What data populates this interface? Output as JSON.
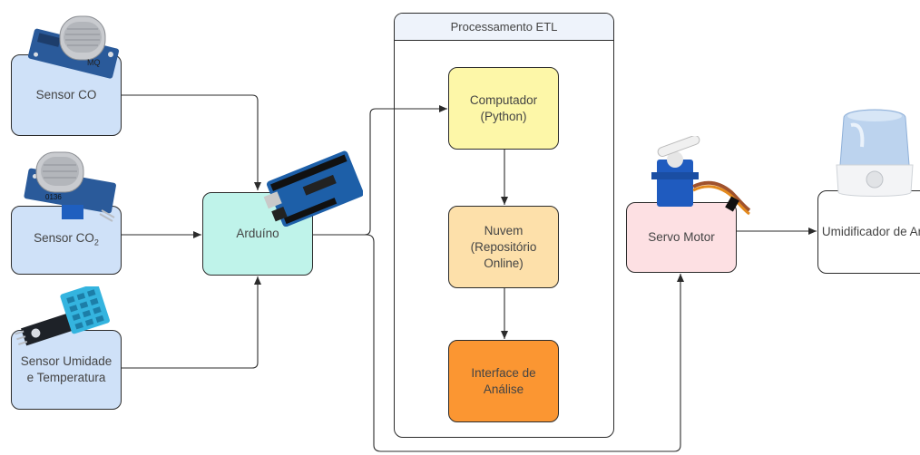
{
  "group": {
    "title": "Processamento ETL"
  },
  "nodes": {
    "sensor_co": {
      "label": "Sensor CO"
    },
    "sensor_co2": {
      "label_main": "Sensor CO",
      "label_sub": "2"
    },
    "sensor_umidade": {
      "label": "Sensor Umidade e Temperatura"
    },
    "arduino": {
      "label": "Arduíno"
    },
    "computador": {
      "label": "Computador (Python)"
    },
    "nuvem": {
      "label": "Nuvem (Repositório Online)"
    },
    "interface": {
      "label": "Interface de Análise"
    },
    "servo": {
      "label": "Servo Motor"
    },
    "umidificador": {
      "label": "Umidificador de Ar"
    }
  },
  "images": {
    "mq_sensor_top": {
      "text": "MQ"
    },
    "mq_sensor_co2": {
      "text": "0136"
    }
  },
  "colors": {
    "sensor": "#cfe1f8",
    "arduino": "#bff3ea",
    "computador": "#fdf7a8",
    "nuvem": "#fde0aa",
    "interface": "#fb9632",
    "servo": "#fde0e3",
    "umidificador": "#ffffff"
  }
}
